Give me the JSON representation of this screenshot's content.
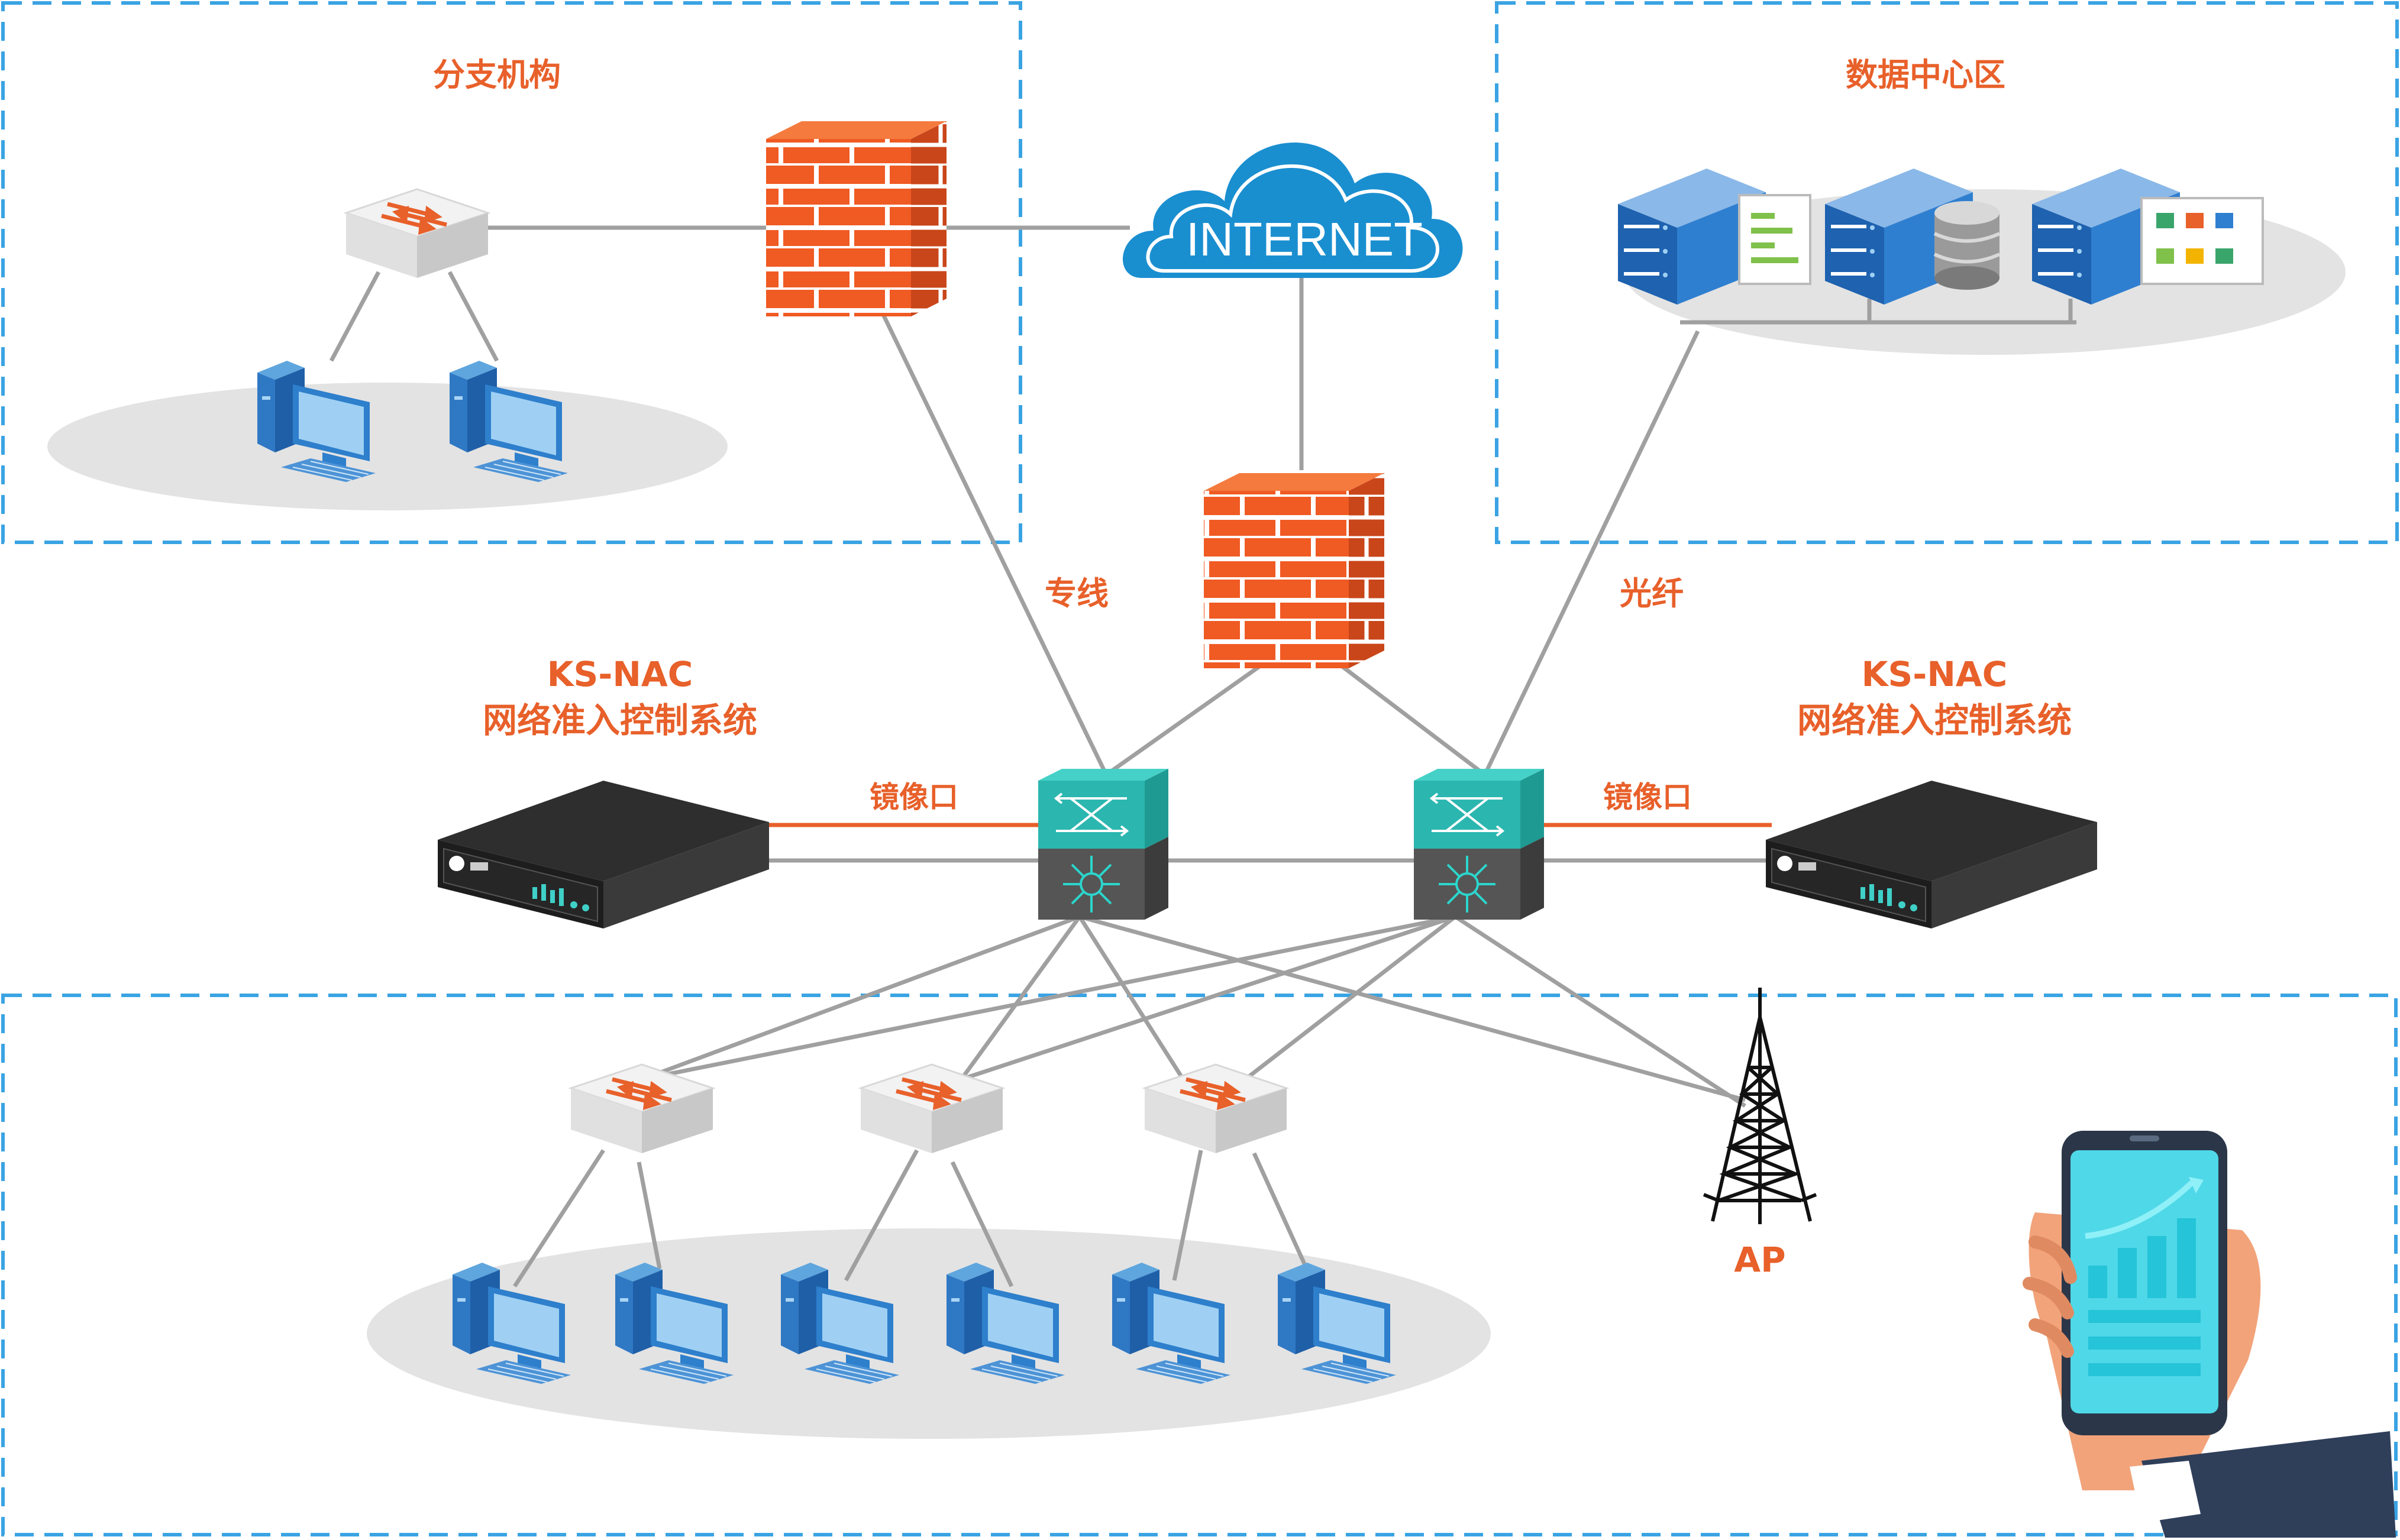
{
  "zones": {
    "branch_title": "分支机构",
    "datacenter_title": "数据中心区"
  },
  "cloud": {
    "label": "INTERNET"
  },
  "links": {
    "leased_line": "专线",
    "fiber": "光纤",
    "mirror_left": "镜像口",
    "mirror_right": "镜像口"
  },
  "nac_left": {
    "name": "KS-NAC",
    "desc": "网络准入控制系统"
  },
  "nac_right": {
    "name": "KS-NAC",
    "desc": "网络准入控制系统"
  },
  "ap": {
    "label": "AP"
  },
  "colors": {
    "accent_orange": "#e8602a",
    "dashed_blue": "#3aa3e3",
    "cloud_blue": "#1a8fd0",
    "line_gray": "#a0a0a0",
    "core_teal": "#2bb6b0"
  }
}
